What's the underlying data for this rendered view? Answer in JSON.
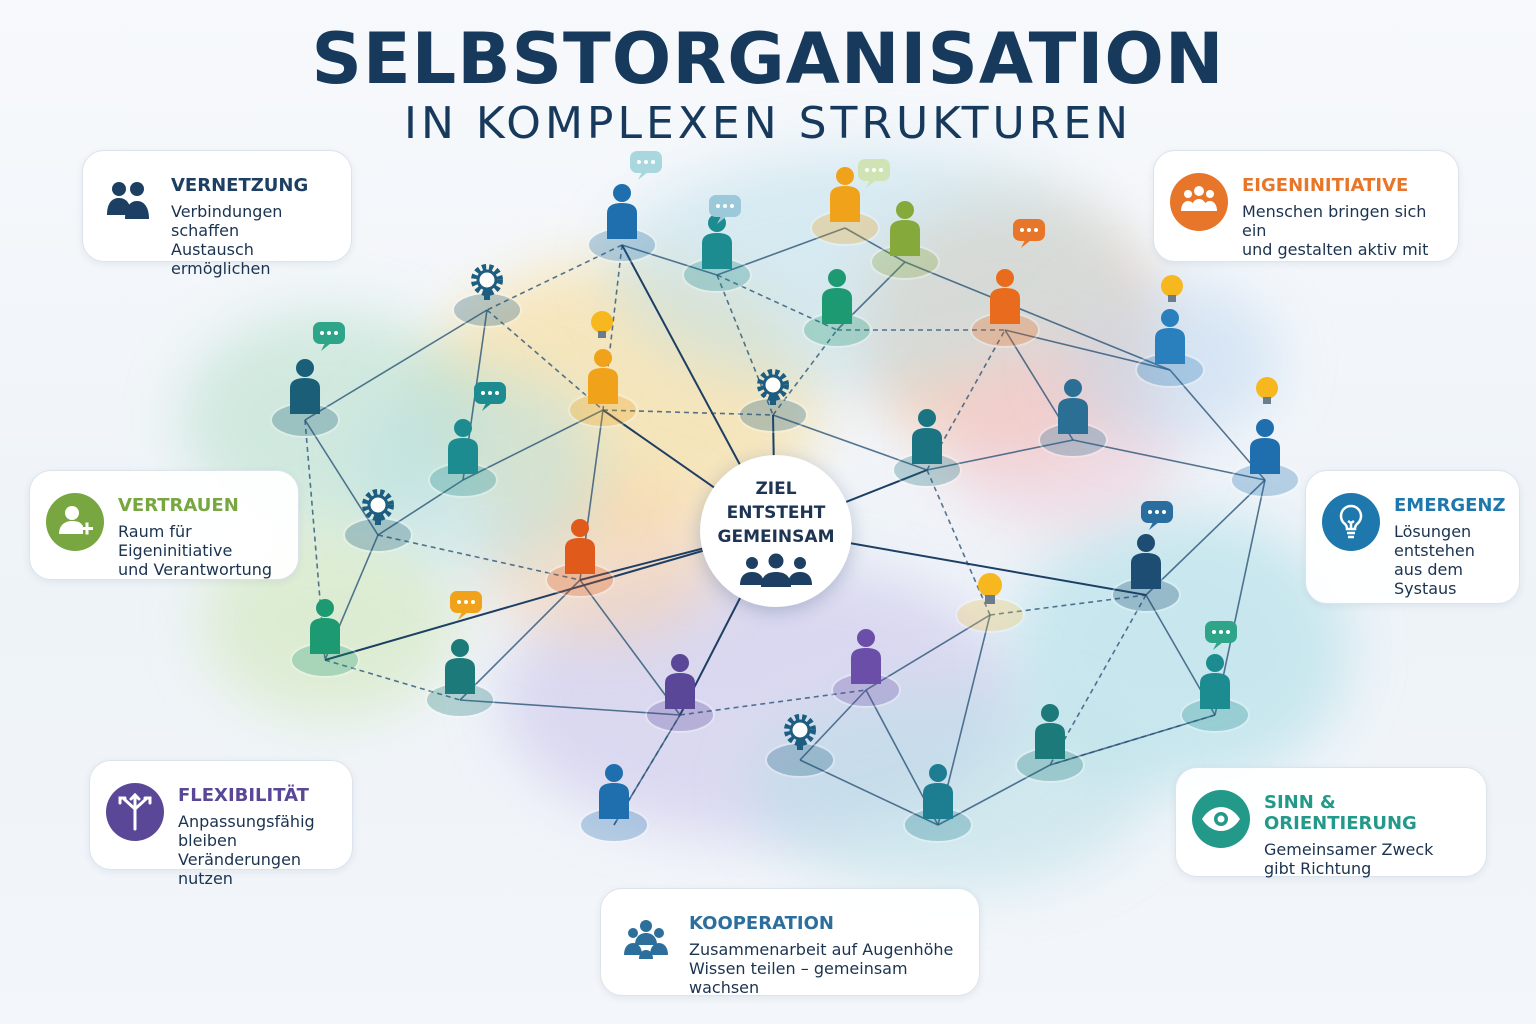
{
  "header": {
    "title": "SELBSTORGANISATION",
    "subtitle": "IN KOMPLEXEN STRUKTUREN"
  },
  "center": {
    "line1": "ZIEL",
    "line2": "ENTSTEHT",
    "line3": "GEMEINSAM",
    "icon": "group-icon"
  },
  "cards": [
    {
      "id": "vernetzung",
      "title": "VERNETZUNG",
      "lines": [
        "Verbindungen schaffen",
        "Austausch ermöglichen"
      ],
      "icon": "people-icon",
      "color": "#1d3f63"
    },
    {
      "id": "eigeninitiative",
      "title": "EIGENINITIATIVE",
      "lines": [
        "Menschen bringen sich ein",
        "und gestalten aktiv mit"
      ],
      "icon": "team-icon",
      "color": "#e8762a"
    },
    {
      "id": "vertrauen",
      "title": "VERTRAUEN",
      "lines": [
        "Raum für Eigeninitiative",
        "und Verantwortung"
      ],
      "icon": "user-plus-icon",
      "color": "#78a640"
    },
    {
      "id": "emergenz",
      "title": "EMERGENZ",
      "lines": [
        "Lösungen",
        "entstehen",
        "aus dem Systaus"
      ],
      "icon": "lightbulb-icon",
      "color": "#1f78ad"
    },
    {
      "id": "flexibilitaet",
      "title": "FLEXIBILITÄT",
      "lines": [
        "Anpassungsfähig bleiben",
        "Veränderungen nutzen"
      ],
      "icon": "arrows-split-icon",
      "color": "#5a4798"
    },
    {
      "id": "sinn",
      "title": "SINN & ORIENTIERUNG",
      "lines": [
        "Gemeinsamer Zweck",
        "gibt Richtung"
      ],
      "icon": "eye-icon",
      "color": "#23998a"
    },
    {
      "id": "kooperation",
      "title": "KOOPERATION",
      "lines": [
        "Zusammenarbeit auf Augenhöhe",
        "Wissen teilen – gemeinsam wachsen"
      ],
      "icon": "collaboration-icon",
      "color": "#2d6f9c"
    }
  ]
}
